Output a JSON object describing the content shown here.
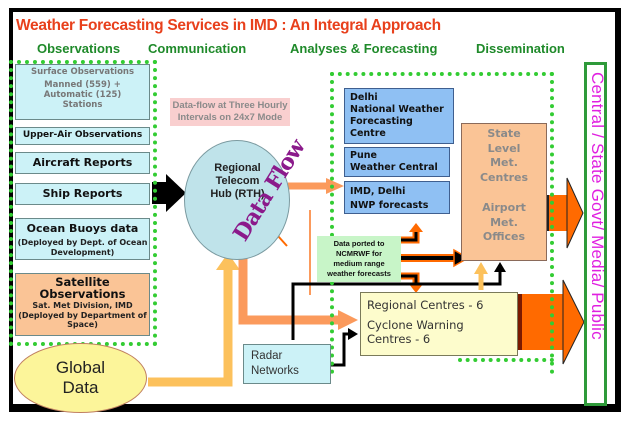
{
  "title": "Weather Forecasting Services in IMD : An Integral Approach",
  "columns": {
    "observations": "Observations",
    "communication": "Communication",
    "analyses": "Analyses & Forecasting",
    "dissemination": "Dissemination"
  },
  "observations": {
    "surface": {
      "title": "Surface Observations",
      "detail_1": "Manned (559) +",
      "detail_2": "Automatic (125)",
      "detail_3": "Stations"
    },
    "upper_air": "Upper-Air Observations",
    "aircraft": "Aircraft Reports",
    "ship": "Ship Reports",
    "ocean_buoys": {
      "title": "Ocean Buoys data",
      "detail_1": "(Deployed by Dept. of Ocean",
      "detail_2": "Development)"
    },
    "satellite": {
      "title_1": "Satellite",
      "title_2": "Observations",
      "detail_1": "Sat. Met Division, IMD",
      "detail_2": "(Deployed by Department of",
      "detail_3": "Space)"
    }
  },
  "communication": {
    "dataflow_note_1": "Data-flow at Three Hourly",
    "dataflow_note_2": "Intervals on 24x7 Mode",
    "rth_1": "Regional",
    "rth_2": "Telecom",
    "rth_3": "Hub (RTH)",
    "data_flow_label": "Data Flow"
  },
  "global_data": {
    "line_1": "Global",
    "line_2": "Data"
  },
  "radar": {
    "line_1": "Radar",
    "line_2": "Networks"
  },
  "analyses": {
    "delhi_nwfc": {
      "line_1": "Delhi",
      "line_2": "National Weather",
      "line_3": "Forecasting",
      "line_4": "Centre"
    },
    "pune": {
      "line_1": "Pune",
      "line_2": "Weather Central"
    },
    "imd_nwp": {
      "line_1": "IMD, Delhi",
      "line_2": "NWP forecasts"
    },
    "ncmrwf_note": {
      "line_1": "Data ported to",
      "line_2": "NCMRWF for",
      "line_3": "medium range",
      "line_4": "weather forecasts"
    },
    "state_level": {
      "line_1": "State",
      "line_2": "Level",
      "line_3": "Met.",
      "line_4": "Centres"
    },
    "airport": {
      "line_1": "Airport",
      "line_2": "Met.",
      "line_3": "Offices"
    },
    "regional": {
      "line_1": "Regional Centres - 6",
      "line_2": "Cyclone Warning",
      "line_3": "Centres - 6"
    }
  },
  "dissemination": {
    "target": "Central / State Govt/ Media/ Public"
  },
  "colors": {
    "title": "#e8401c",
    "heading": "#1f8a2a",
    "dotted_border": "#33cc33",
    "obs_fill": "#ccf2f7",
    "satellite_fill": "#fac496",
    "blue_fill": "#8fc0f3",
    "state_fill": "#fac496",
    "regional_fill": "#fdfccc",
    "global_fill": "#fcf59a",
    "rth_fill": "#bfe3ea",
    "dataflow_text": "#8b1a8b",
    "dissemination_text": "#e020e0",
    "arrow_orange": "#ff6a00"
  }
}
